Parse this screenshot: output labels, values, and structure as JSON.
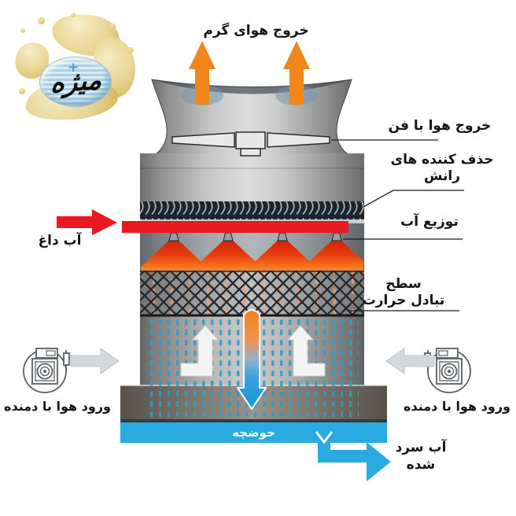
{
  "diagram": {
    "title_top": "خروج هوای گرم",
    "labels": {
      "fan_exit": "خروج هوا با فن",
      "drift_eliminators_l1": "حذف کننده های",
      "drift_eliminators_l2": "رانش",
      "water_distribution": "توزیع آب",
      "heat_exchange_l1": "سطح",
      "heat_exchange_l2": "تبادل حرارت",
      "hot_water": "آب داغ",
      "air_inlet_left": "ورود هوا با دمنده",
      "air_inlet_right": "ورود هوا با دمنده",
      "basin": "حوضچه",
      "cold_water_l1": "آب سرد",
      "cold_water_l2": "شده"
    },
    "logo": {
      "text": "میژه",
      "plus": "+"
    },
    "colors": {
      "hot_air_arrow_orange": "#F0861C",
      "hot_water_red": "#E8191F",
      "basin_blue": "#29ABE2",
      "droplet_teal": "#2F9EC6",
      "spray_cone_red": "#EA3C0C"
    }
  }
}
